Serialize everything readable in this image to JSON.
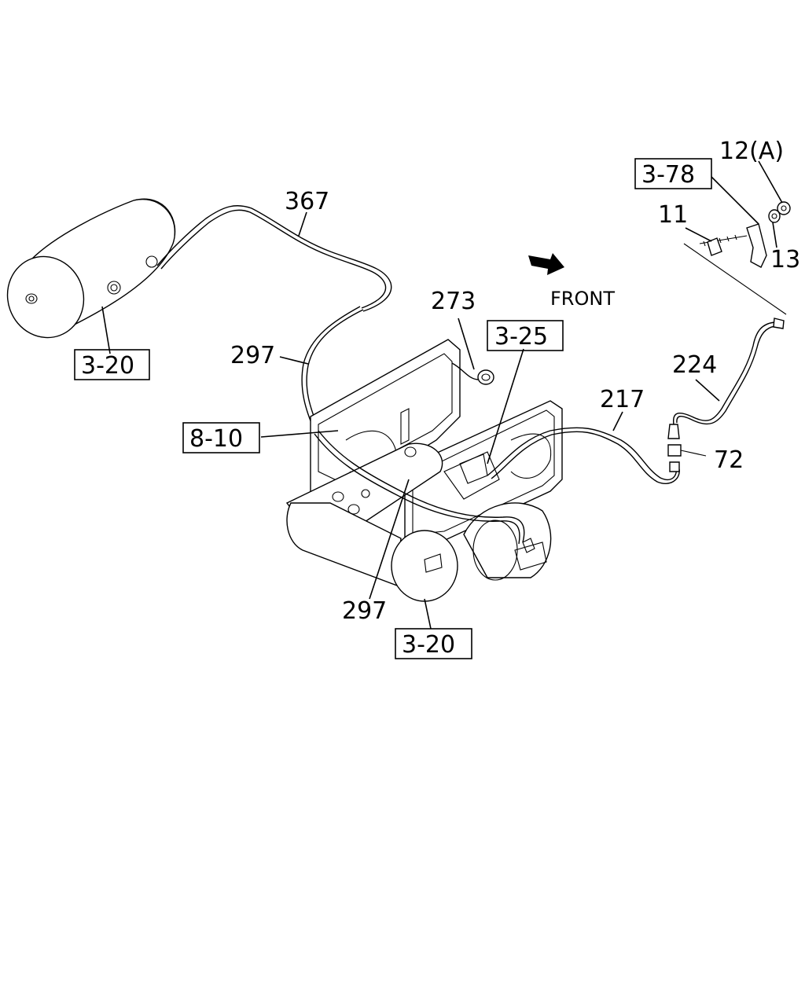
{
  "labels": {
    "tank_left_ref": "3-20",
    "tank_bottom_ref": "3-20",
    "pipe_367": "367",
    "pipe_297_upper": "297",
    "pipe_297_lower": "297",
    "part_273": "273",
    "ref_3_25": "3-25",
    "ref_8_10": "8-10",
    "front": "FRONT",
    "ref_3_78": "3-78",
    "part_12a": "12(A)",
    "part_11": "11",
    "part_13": "13",
    "pipe_224": "224",
    "pipe_217": "217",
    "part_72": "72"
  },
  "colors": {
    "ink": "#000000",
    "paper": "#ffffff"
  }
}
